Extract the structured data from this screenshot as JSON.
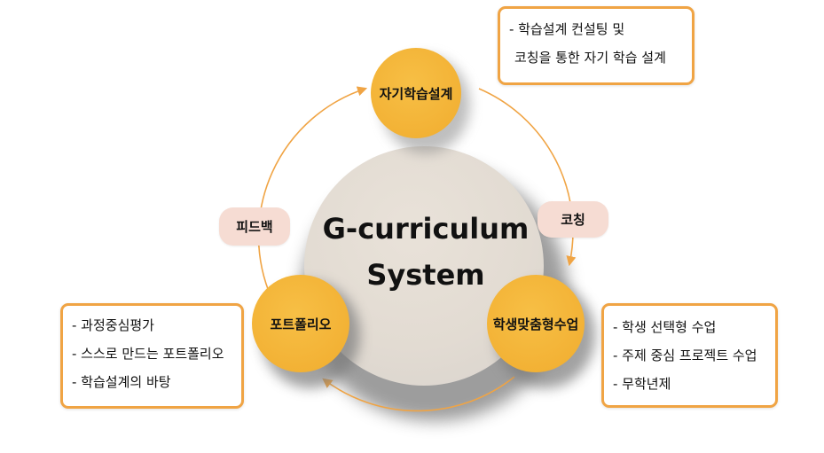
{
  "center": {
    "line1": "G-curriculum",
    "line2": "System"
  },
  "nodes": {
    "top": {
      "label": "자기학습설계"
    },
    "right": {
      "label": "학생맞춤형수업"
    },
    "left": {
      "label": "포트폴리오"
    }
  },
  "connectors": {
    "right": {
      "label": "코칭"
    },
    "left": {
      "label": "피드백"
    }
  },
  "notes": {
    "top": {
      "lines": [
        "- 학습설계 컨설팅 및",
        "코칭을 통한 자기 학습 설계"
      ]
    },
    "right": {
      "lines": [
        "- 학생 선택형 수업",
        "- 주제 중심 프로젝트 수업",
        "- 무학년제"
      ]
    },
    "left": {
      "lines": [
        "- 과정중심평가",
        "- 스스로 만드는 포트폴리오",
        "- 학습설계의 바탕"
      ]
    }
  },
  "colors": {
    "node_fill": "#f5b83d",
    "center_fill": "#e4ddd4",
    "arrow": "#f0a444",
    "pill_fill": "#f6dcd3",
    "note_border": "#f0a444"
  }
}
